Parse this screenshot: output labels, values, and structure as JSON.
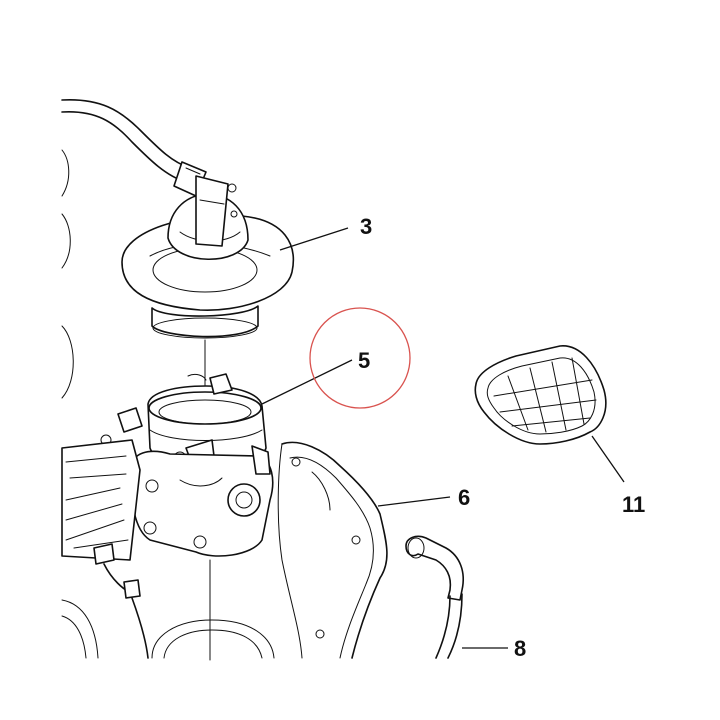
{
  "diagram": {
    "callouts": [
      {
        "id": "3",
        "label": "3"
      },
      {
        "id": "5",
        "label": "5"
      },
      {
        "id": "6",
        "label": "6"
      },
      {
        "id": "8",
        "label": "8"
      },
      {
        "id": "11",
        "label": "11"
      }
    ],
    "highlight_color": "#d9534f",
    "line_color": "#111111",
    "background_color": "#ffffff"
  }
}
